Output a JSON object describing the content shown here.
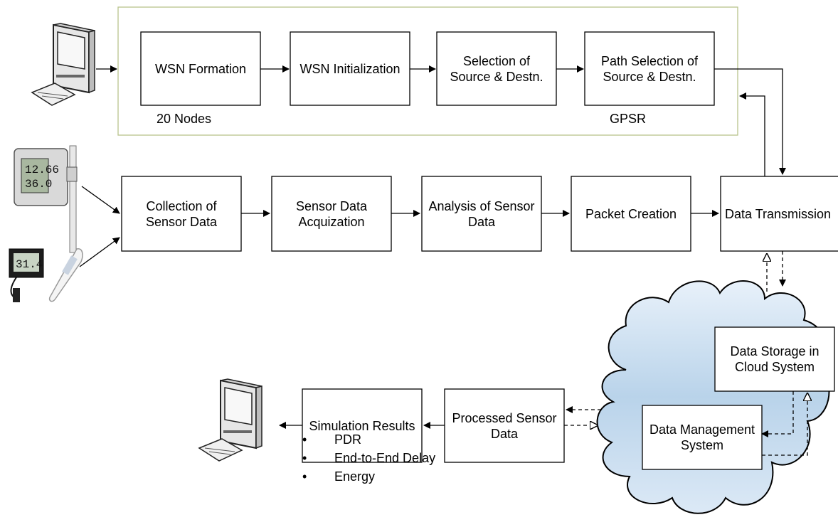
{
  "wsn_group": {
    "boxes": [
      {
        "text": "WSN Formation"
      },
      {
        "text": "WSN Initialization"
      },
      {
        "text": "Selection of\nSource & Destn."
      },
      {
        "text": "Path Selection of\nSource & Destn."
      }
    ],
    "node_count_label": "20 Nodes",
    "protocol_label": "GPSR"
  },
  "pipeline": {
    "boxes": [
      {
        "text": "Collection of\nSensor Data"
      },
      {
        "text": "Sensor Data\nAcquization"
      },
      {
        "text": "Analysis of Sensor\nData"
      },
      {
        "text": "Packet Creation"
      },
      {
        "text": "Data Transmission"
      }
    ]
  },
  "cloud": {
    "storage_label": "Data Storage in\nCloud System",
    "management_label": "Data Management\nSystem",
    "fill_color": "#b9d3ea"
  },
  "output": {
    "processed_label": "Processed Sensor\nData",
    "results_label": "Simulation Results",
    "metrics": [
      "PDR",
      "End-to-End Delay",
      "Energy"
    ]
  },
  "colors": {
    "group_border": "#b8c48c",
    "line": "#000000"
  },
  "icons": {
    "top_left": "desktop-computer-icon",
    "sensor_1": "data-logger-sensor-icon",
    "sensor_2": "digital-thermometer-icon",
    "bottom_left": "desktop-computer-icon"
  }
}
